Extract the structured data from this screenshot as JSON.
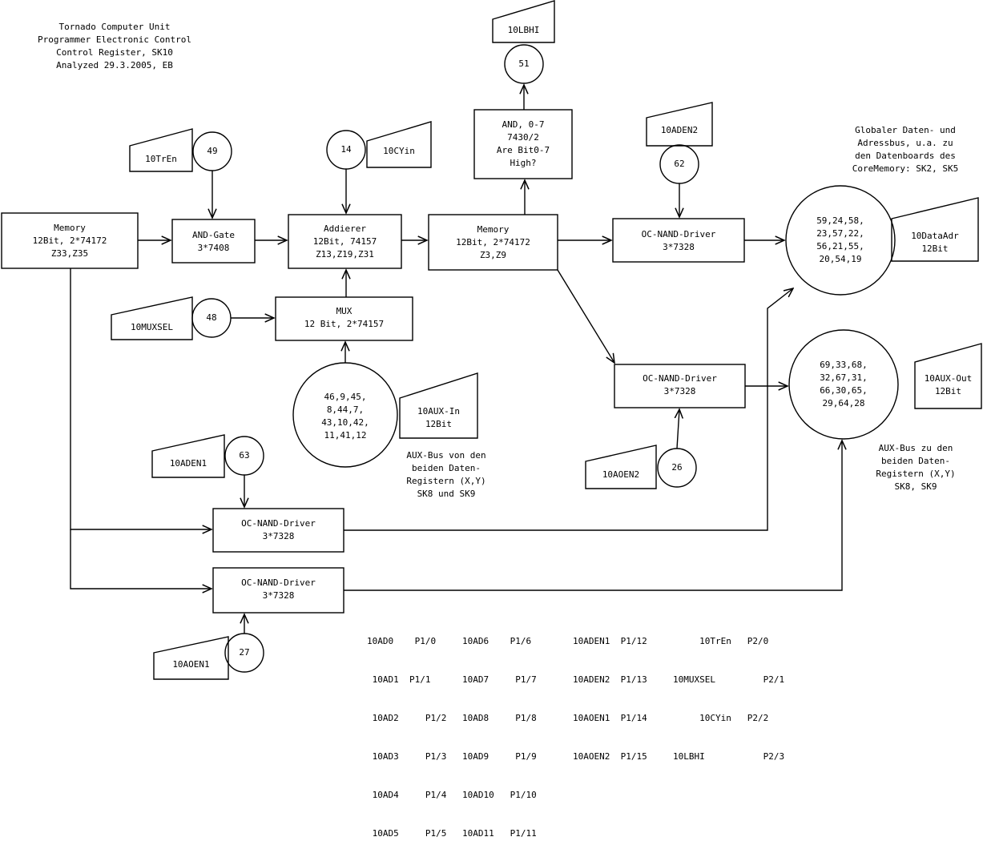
{
  "header": [
    "Tornado Computer Unit",
    "Programmer Electronic Control",
    "Control Register, SK10",
    "Analyzed 29.3.2005, EB"
  ],
  "boxes": {
    "mem_left": [
      "Memory",
      "12Bit, 2*74172",
      "Z33,Z35"
    ],
    "and_gate": [
      "AND-Gate",
      "3*7408"
    ],
    "addierer": [
      "Addierer",
      "12Bit, 74157",
      "Z13,Z19,Z31"
    ],
    "mux": [
      "MUX",
      "12 Bit, 2*74157"
    ],
    "mem_mid": [
      "Memory",
      "12Bit, 2*74172",
      "Z3,Z9"
    ],
    "and07": [
      "AND, 0-7",
      "7430/2",
      "Are Bit0-7",
      "High?"
    ],
    "nand_top": [
      "OC-NAND-Driver",
      "3*7328"
    ],
    "nand_mid": [
      "OC-NAND-Driver",
      "3*7328"
    ],
    "nand_bl1": [
      "OC-NAND-Driver",
      "3*7328"
    ],
    "nand_bl2": [
      "OC-NAND-Driver",
      "3*7328"
    ]
  },
  "circles": {
    "c49": "49",
    "c14": "14",
    "c51": "51",
    "c62": "62",
    "c48": "48",
    "c63": "63",
    "c26": "26",
    "c27": "27",
    "data_bus": [
      "59,24,58,",
      "23,57,22,",
      "56,21,55,",
      "20,54,19"
    ],
    "aux_out": [
      "69,33,68,",
      "32,67,31,",
      "66,30,65,",
      "29,64,28"
    ],
    "aux_in": [
      "46,9,45,",
      "8,44,7,",
      "43,10,42,",
      "11,41,12"
    ]
  },
  "tags": {
    "t_10trEn": [
      "10TrEn"
    ],
    "t_10cyin": [
      "10CYin"
    ],
    "t_10lbhi": [
      "10LBHI"
    ],
    "t_10aden2": [
      "10ADEN2"
    ],
    "t_10muxsel": [
      "10MUXSEL"
    ],
    "t_10dataadr": [
      "10DataAdr",
      "12Bit"
    ],
    "t_10auxout": [
      "10AUX-Out",
      "12Bit"
    ],
    "t_10auxin": [
      "10AUX-In",
      "12Bit"
    ],
    "t_10aden1": [
      "10ADEN1"
    ],
    "t_10aoen2": [
      "10AOEN2"
    ],
    "t_10aoen1": [
      "10AOEN1"
    ]
  },
  "notes": {
    "global_bus": [
      "Globaler Daten- und",
      "Adressbus, u.a. zu",
      "den Datenboards des",
      "CoreMemory: SK2, SK5"
    ],
    "aux_in_note": [
      "AUX-Bus von den",
      "beiden Daten-",
      "Registern (X,Y)",
      "SK8 und SK9"
    ],
    "aux_out_note": [
      "AUX-Bus zu den",
      "beiden Daten-",
      "Registern (X,Y)",
      "SK8, SK9"
    ]
  },
  "pin_table": {
    "col1": [
      "10AD0    P1/0",
      " 10AD1  P1/1",
      " 10AD2     P1/2",
      " 10AD3     P1/3",
      " 10AD4     P1/4",
      " 10AD5     P1/5"
    ],
    "col2": [
      "10AD6    P1/6",
      "10AD7     P1/7",
      "10AD8     P1/8",
      "10AD9     P1/9",
      "10AD10   P1/10",
      "10AD11   P1/11"
    ],
    "col3": [
      "10ADEN1  P1/12",
      "10ADEN2  P1/13",
      "10AOEN1  P1/14",
      "10AOEN2  P1/15"
    ],
    "col4": [
      "     10TrEn   P2/0",
      "10MUXSEL         P2/1",
      "     10CYin   P2/2",
      "10LBHI           P2/3"
    ]
  }
}
